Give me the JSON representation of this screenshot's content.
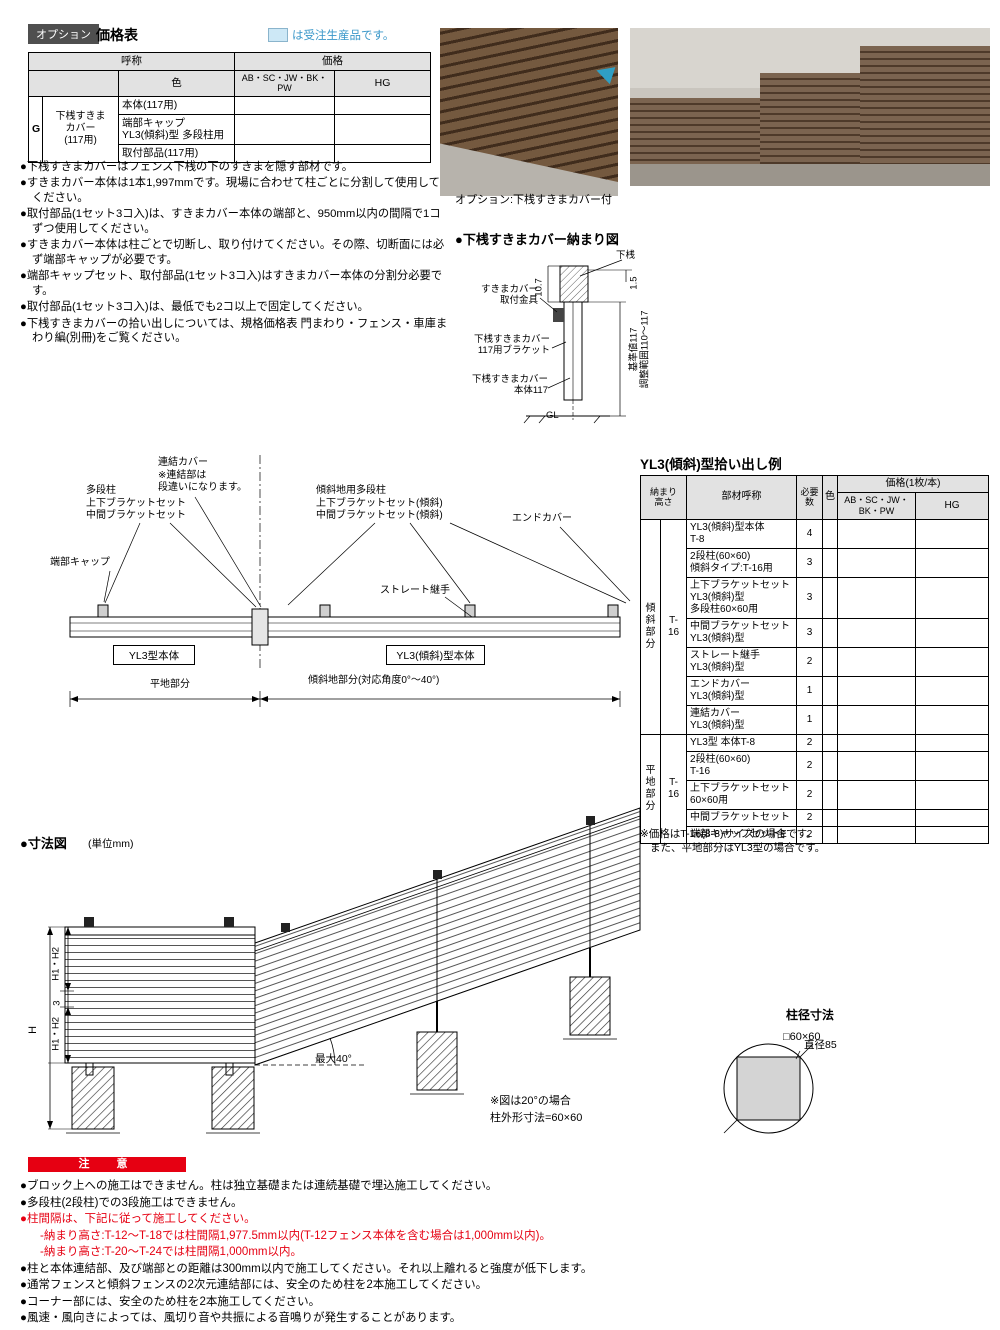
{
  "page": {
    "option_badge": "オプション",
    "price_table_title": "価格表",
    "legend_text": "は受注生産品です。"
  },
  "option_table": {
    "header_name": "呼称",
    "header_color": "色",
    "header_price": "価格",
    "col_ab": "AB・SC・JW・BK・PW",
    "col_hg": "HG",
    "row_marker": "G",
    "product": "下桟すきま\nカバー\n(117用)",
    "items": [
      "本体(117用)",
      "端部キャップ\nYL3(傾斜)型 多段柱用",
      "取付部品(117用)"
    ]
  },
  "notes": [
    "下桟すきまカバーはフェンス下桟の下のすきまを隠す部材です。",
    "すきまカバー本体は1本1,997mmです。現場に合わせて柱ごとに分割して使用してください。",
    "取付部品(1セット3コ入)は、すきまカバー本体の端部と、950mm以内の間隔で1コずつ使用してください。",
    "すきまカバー本体は柱ごとで切断し、取り付けてください。その際、切断面には必ず端部キャップが必要です。",
    "端部キャップセット、取付部品(1セット3コ入)はすきまカバー本体の分割分必要です。",
    "取付部品(1セット3コ入)は、最低でも2コ以上で固定してください。",
    "下桟すきまカバーの拾い出しについては、規格価格表 門まわり・フェンス・車庫まわり編(別冊)をご覧ください。"
  ],
  "photos": {
    "caption": "オプション:下桟すきまカバー付"
  },
  "detail_diagram": {
    "title": "●下桟すきまカバー納まり図",
    "labels": {
      "shimozan": "下桟",
      "kanagu": "すきまカバー\n取付金具",
      "bracket": "下桟すきまカバー\n117用ブラケット",
      "hontai": "下桟すきまカバー\n本体117",
      "gl": "GL",
      "dim1": "10.7",
      "dim2": "1.5",
      "kijun": "基準値117\n調整範囲110〜117"
    }
  },
  "assembly_diagram": {
    "labels": {
      "renketsu": "連結カバー\n※連結部は\n段違いになります。",
      "tadan": "多段柱\n上下ブラケットセット\n中間ブラケットセット",
      "keisha_tadan": "傾斜地用多段柱\n上下ブラケットセット(傾斜)\n中間ブラケットセット(傾斜)",
      "endcover": "エンドカバー",
      "tanbu_cap": "端部キャップ",
      "straight": "ストレート継手",
      "yl3_hontai": "YL3型本体",
      "yl3_keisha_hontai": "YL3(傾斜)型本体",
      "hirachi": "平地部分",
      "keishachi": "傾斜地部分(対応角度0°〜40°)"
    }
  },
  "pickup_table": {
    "title": "YL3(傾斜)型拾い出し例",
    "headers": {
      "osamari": "納まり\n高さ",
      "buzai": "部材呼称",
      "hitsuyou": "必要数",
      "iro": "色",
      "kakaku": "価格(1枚/本)",
      "ab": "AB・SC・JW・\nBK・PW",
      "hg": "HG"
    },
    "sections": [
      {
        "part": "傾斜\n部分",
        "height": "T-16",
        "rows": [
          {
            "name": "YL3(傾斜)型本体\nT-8",
            "qty": "4"
          },
          {
            "name": "2段柱(60×60)\n傾斜タイプ:T-16用",
            "qty": "3"
          },
          {
            "name": "上下ブラケットセット\nYL3(傾斜)型\n多段柱60×60用",
            "qty": "3"
          },
          {
            "name": "中間ブラケットセット\nYL3(傾斜)型",
            "qty": "3"
          },
          {
            "name": "ストレート継手\nYL3(傾斜)型",
            "qty": "2"
          },
          {
            "name": "エンドカバー\nYL3(傾斜)型",
            "qty": "1"
          },
          {
            "name": "連結カバー\nYL3(傾斜)型",
            "qty": "1"
          }
        ]
      },
      {
        "part": "平地\n部分",
        "height": "T-16",
        "rows": [
          {
            "name": "YL3型 本体T-8",
            "qty": "2"
          },
          {
            "name": "2段柱(60×60)\nT-16",
            "qty": "2"
          },
          {
            "name": "上下ブラケットセット\n60×60用",
            "qty": "2"
          },
          {
            "name": "中間ブラケットセット",
            "qty": "2"
          },
          {
            "name": "端部キャップセットE",
            "qty": "2"
          }
        ]
      }
    ],
    "notes": [
      "※価格はT-16(8-8)サイズの場合です。",
      "また、平地部分はYL3型の場合です。"
    ]
  },
  "dimension_diagram": {
    "title": "●寸法図",
    "unit": "(単位mm)",
    "labels": {
      "h": "H",
      "h1h2_top": "H1・H2",
      "three": "3",
      "h1h2_bottom": "H1・H2",
      "max40": "最大40°",
      "note1": "※図は20°の場合",
      "note2": "柱外形寸法=60×60"
    }
  },
  "post_diagram": {
    "title": "柱径寸法",
    "size": "□60×60",
    "diameter": "直径85"
  },
  "caution": {
    "banner": "注　意",
    "items": [
      {
        "text": "ブロック上への施工はできません。柱は独立基礎または連続基礎で埋込施工してください。",
        "red": false,
        "bullet": true
      },
      {
        "text": "多段柱(2段柱)での3段施工はできません。",
        "red": false,
        "bullet": true
      },
      {
        "text": "柱間隔は、下記に従って施工してください。",
        "red": true,
        "bullet": true
      },
      {
        "text": "-納まり高さ:T-12〜T-18では柱間隔1,977.5mm以内(T-12フェンス本体を含む場合は1,000mm以内)。",
        "red": true,
        "bullet": false
      },
      {
        "text": "-納まり高さ:T-20〜T-24では柱間隔1,000mm以内。",
        "red": true,
        "bullet": false
      },
      {
        "text": "柱と本体連結部、及び端部との距離は300mm以内で施工してください。それ以上離れると強度が低下します。",
        "red": false,
        "bullet": true
      },
      {
        "text": "通常フェンスと傾斜フェンスの2次元連結部には、安全のため柱を2本施工してください。",
        "red": false,
        "bullet": true
      },
      {
        "text": "コーナー部には、安全のため柱を2本施工してください。",
        "red": false,
        "bullet": true
      },
      {
        "text": "風速・風向きによっては、風切り音や共振による音鳴りが発生することがあります。",
        "red": false,
        "bullet": true
      }
    ]
  }
}
